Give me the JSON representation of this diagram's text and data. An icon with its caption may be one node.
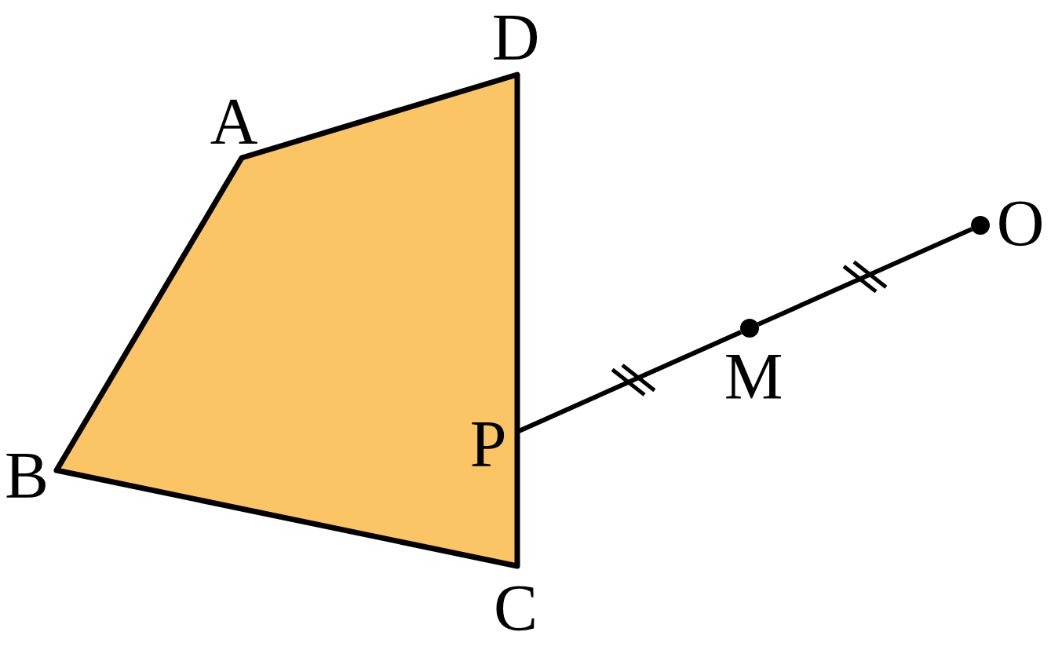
{
  "diagram": {
    "nodes": [
      {
        "text": [
          "P"
        ]
      },
      {
        "text": [
          "M"
        ]
      },
      {
        "text": [
          "O"
        ]
      }
    ],
    "edges": [
      {
        "from": 0,
        "to": 1,
        "arrow": "none"
      },
      {
        "from": 1,
        "to": 2,
        "arrow": "none"
      }
    ],
    "labels": [
      "D",
      "A",
      "B",
      "C"
    ]
  }
}
